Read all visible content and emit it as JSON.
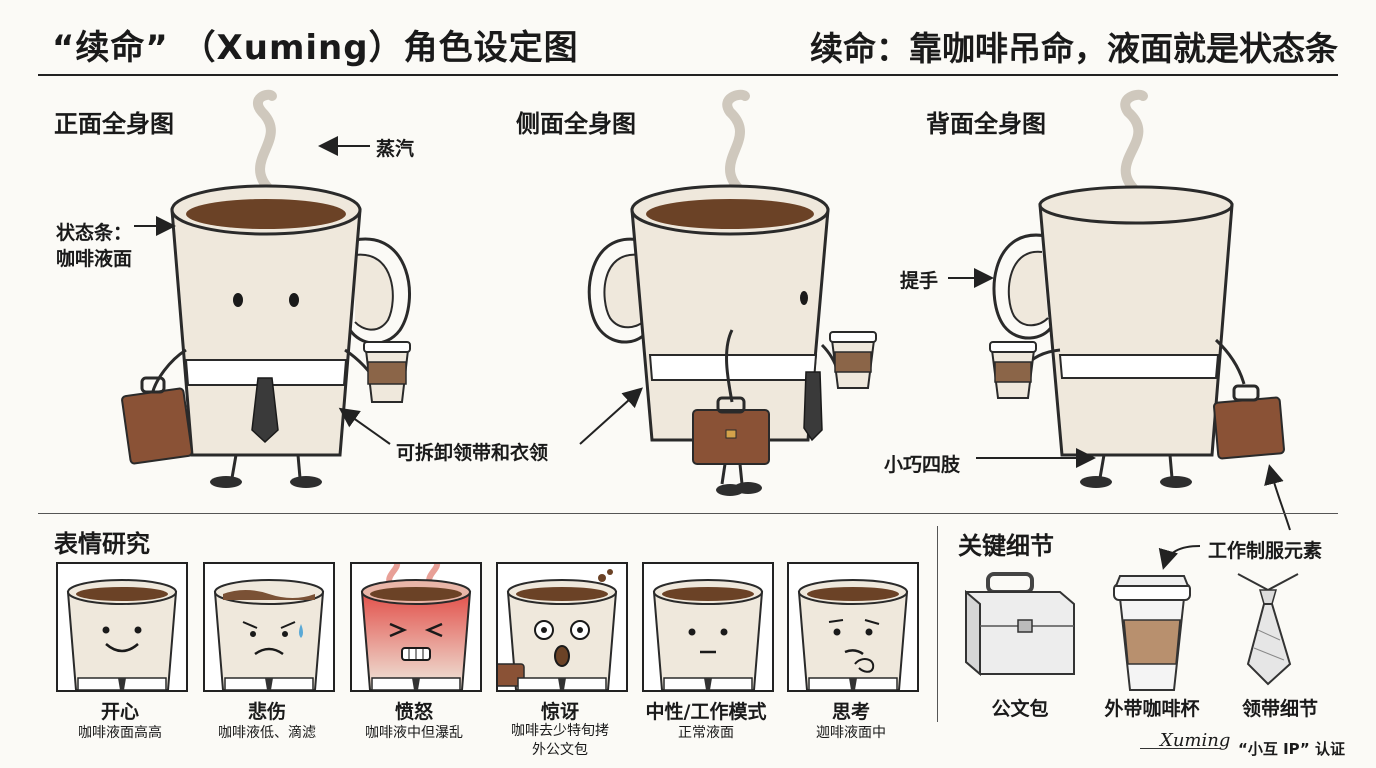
{
  "header": {
    "title": "“续命” （Xuming）角色设定图",
    "tagline": "续命：靠咖啡吊命，液面就是状态条"
  },
  "views": {
    "front": {
      "title": "正面全身图",
      "steam": "蒸汽",
      "status_bar_line1": "状态条：",
      "status_bar_line2": "咖啡液面"
    },
    "side": {
      "title": "侧面全身图",
      "detachable": "可拆卸领带和衣领"
    },
    "back": {
      "title": "背面全身图",
      "handle": "提手",
      "limbs": "小巧四肢"
    }
  },
  "expressions": {
    "title": "表情研究",
    "items": [
      {
        "label": "开心",
        "sub": "咖啡液面高高"
      },
      {
        "label": "悲伤",
        "sub": "咖啡液低、滴滤"
      },
      {
        "label": "愤怒",
        "sub": "咖啡液中但瀑乱"
      },
      {
        "label": "惊讶",
        "sub": "咖啡去少特旬拷",
        "sub2": "外公文包"
      },
      {
        "label": "中性/工作模式",
        "sub": "正常液面"
      },
      {
        "label": "思考",
        "sub": "迦啡液面中"
      }
    ]
  },
  "details": {
    "title": "关键细节",
    "uniform": "工作制服元素",
    "items": [
      {
        "label": "公文包"
      },
      {
        "label": "外带咖啡杯"
      },
      {
        "label": "领带细节"
      }
    ]
  },
  "footer": {
    "signature": "Xuming",
    "certification": "“小互 IP” 认证"
  },
  "colors": {
    "mug": "#efe8dc",
    "coffee": "#6b4226",
    "outline": "#2a2a2a",
    "briefcase": "#8a5236",
    "angry_red": "#e2504a",
    "tear": "#5aa9d6"
  }
}
